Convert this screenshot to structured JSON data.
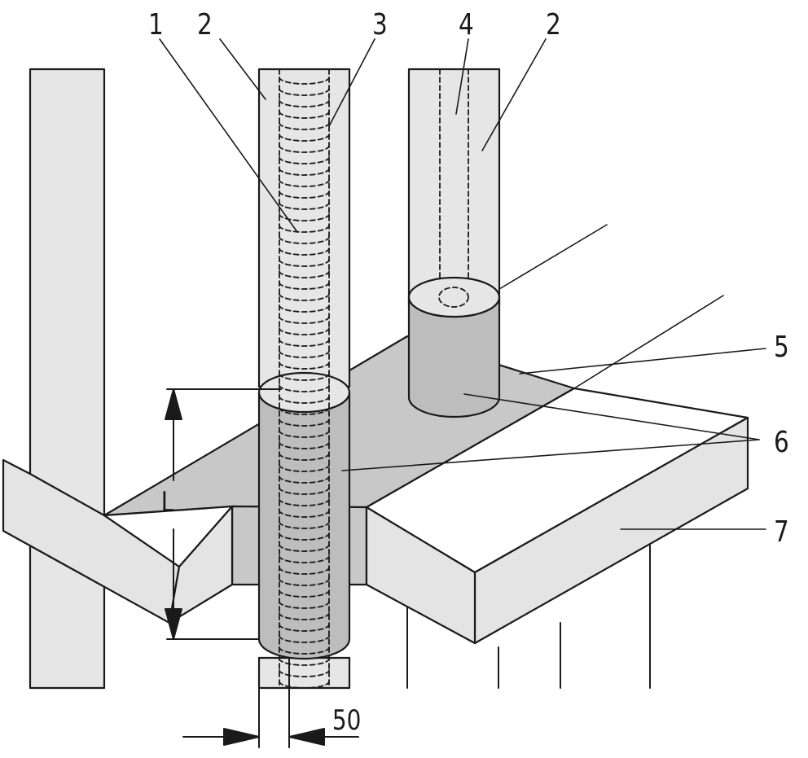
{
  "callouts": {
    "c1": "1",
    "c2_left": "2",
    "c3": "3",
    "c4": "4",
    "c2_right": "2",
    "c5": "5",
    "c6": "6",
    "c7": "7"
  },
  "dimensions": {
    "length_label": "L",
    "gap_label": "50"
  },
  "colors": {
    "line": "#1a1a1a",
    "pipe_fill": "#e6e6e6",
    "sleeve_fill": "#bdbdbd",
    "slab_top": "#c8c8c8",
    "slab_side": "#e4e4e4",
    "panel_top": "#ffffff"
  }
}
